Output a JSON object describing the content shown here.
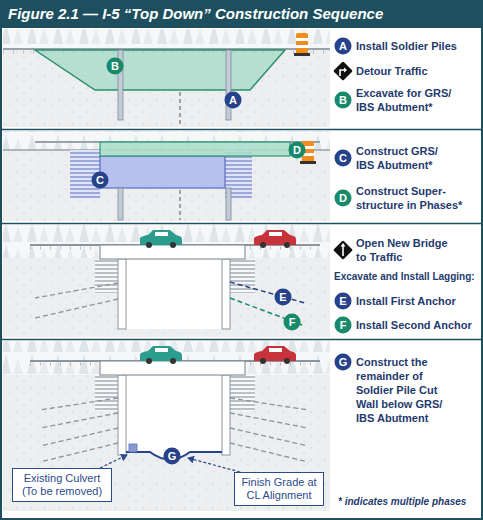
{
  "diagram": {
    "title": "Figure 2.1 — I-5 “Top Down” Construction Sequence",
    "nodes": [
      {
        "text": [
          "A"
        ]
      },
      {
        "text": [
          "B"
        ]
      },
      {
        "text": [
          "A"
        ]
      },
      {
        "text": [
          "B"
        ]
      },
      {
        "text": [
          "D"
        ]
      },
      {
        "text": [
          "C"
        ]
      },
      {
        "text": [
          "C"
        ]
      },
      {
        "text": [
          "D"
        ]
      },
      {
        "text": [
          "E"
        ]
      },
      {
        "text": [
          "F"
        ]
      },
      {
        "text": [
          "E"
        ]
      },
      {
        "text": [
          "F"
        ]
      },
      {
        "text": [
          "G"
        ]
      },
      {
        "text": [
          "Existing Culvert (To be removed)"
        ]
      },
      {
        "text": [
          "Finish Grade at CL Alignment"
        ]
      },
      {
        "text": [
          "G"
        ]
      }
    ],
    "labels": [
      "Install Soldier Piles",
      "Detour Traffic",
      "Excavate for GRS/ IBS Abutment*",
      "Construct GRS/ IBS Abutment*",
      "Construct Super- structure in Phases*",
      "Open New Bridge to Traffic",
      "Excavate and Install Lagging:",
      "Install First Anchor",
      "Install Second Anchor",
      "Construct the remainder of Soldier Pile Cut Wall below GRS/ IBS Abutment",
      "* indicates multiple phases"
    ]
  }
}
